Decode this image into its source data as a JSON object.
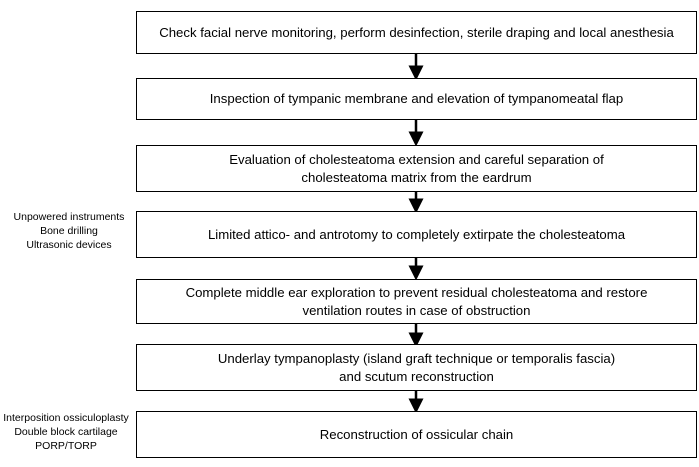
{
  "steps": [
    "Check facial nerve monitoring, perform desinfection, sterile draping and local anesthesia",
    "Inspection of tympanic membrane and elevation of tympanomeatal flap",
    "Evaluation of cholesteatoma extension and careful separation of\ncholesteatoma matrix from the eardrum",
    "Limited attico- and antrotomy to completely extirpate the cholesteatoma",
    "Complete middle ear exploration to prevent residual cholesteatoma and restore\nventilation routes in case of obstruction",
    "Underlay tympanoplasty (island graft technique or temporalis fascia)\nand scutum reconstruction",
    "Reconstruction of ossicular chain"
  ],
  "side_notes": {
    "attico_antrotomy": "Unpowered instruments\nBone drilling\nUltrasonic devices",
    "ossicular_reconstruction": "Interposition ossiculoplasty\nDouble block cartilage\nPORP/TORP"
  }
}
